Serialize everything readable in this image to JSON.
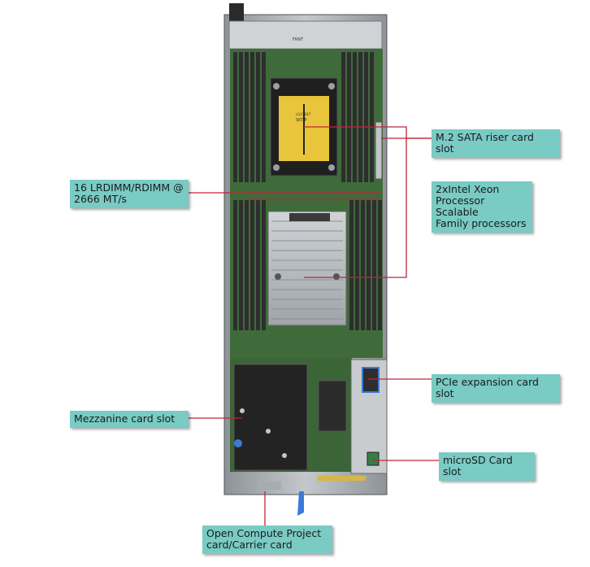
{
  "callouts": {
    "dimm": "16 LRDIMM/RDIMM @\n2666 MT/s",
    "m2": "M.2 SATA riser card slot",
    "xeon": "2xIntel Xeon\nProcessor Scalable\nFamily processors",
    "pcie": "PCIe expansion card slot",
    "mezzanine": "Mezzanine card slot",
    "microsd": "microSD Card slot",
    "ocp": "Open Compute Project\ncard/Carrier card"
  },
  "board_markings": {
    "socket_label": "SKT-P",
    "socket_brand": "LGA3647",
    "top_label": "FRNT"
  },
  "colors": {
    "callout_fill": "#79cbc4",
    "leader_line": "#c0243b",
    "pcb": "#3f6b3a",
    "dimm": "#2e2e2e",
    "heatsink": "#b9bec2",
    "socket_cover": "#e8c53a",
    "chassis": "#9aa0a6"
  }
}
